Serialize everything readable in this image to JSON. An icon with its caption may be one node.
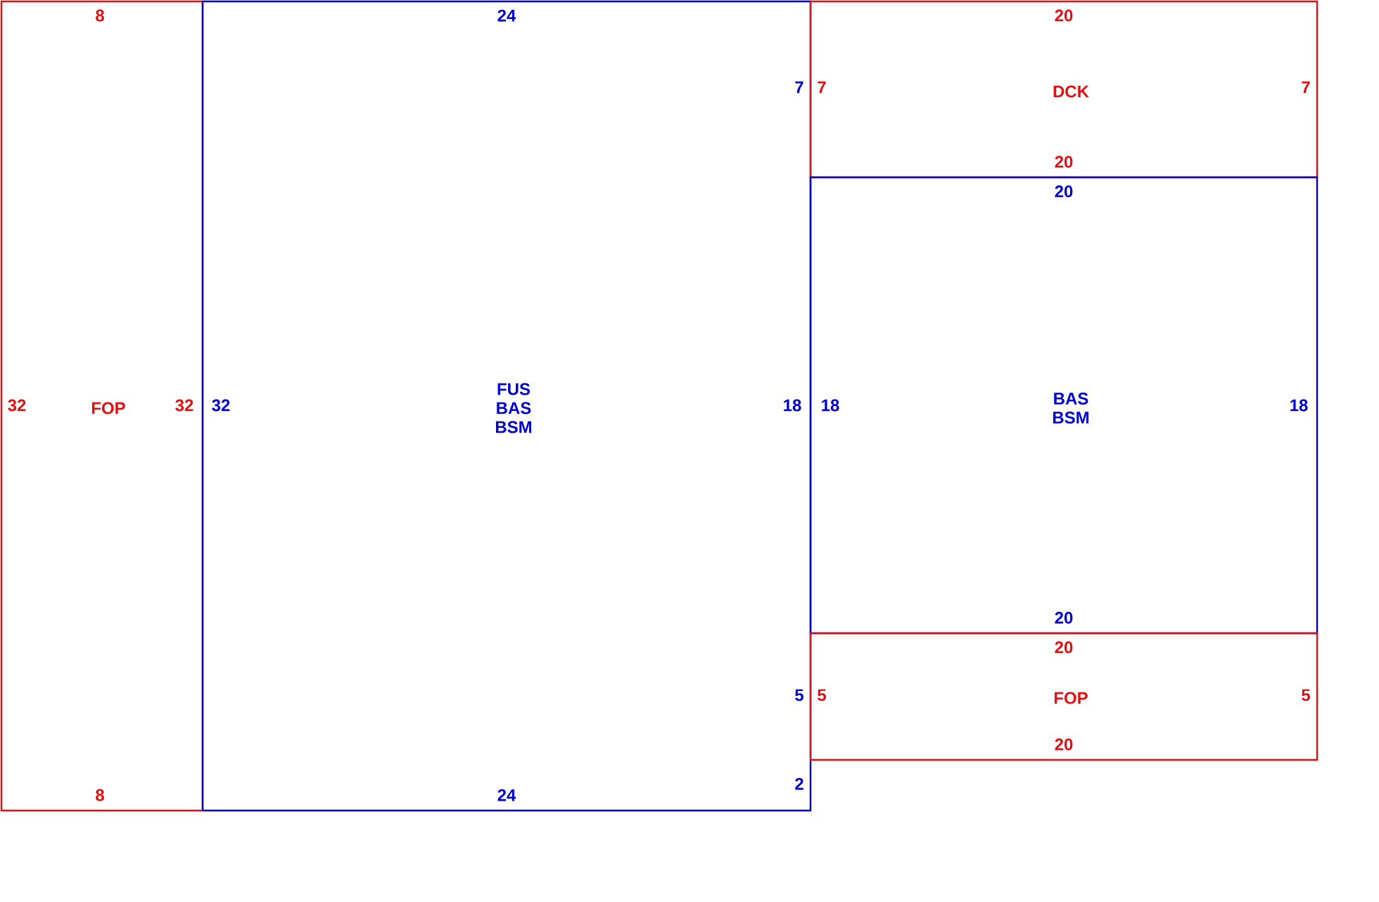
{
  "diagram": {
    "nodes": [
      {
        "text": [
          "FOP",
          "8",
          "32",
          "32",
          "8"
        ]
      },
      {
        "text": [
          "FUS BAS BSM",
          "24",
          "32",
          "7",
          "18",
          "5",
          "2",
          "24"
        ]
      },
      {
        "text": [
          "DCK",
          "20",
          "7",
          "7",
          "20"
        ]
      },
      {
        "text": [
          "BAS BSM",
          "20",
          "18",
          "18",
          "20"
        ]
      },
      {
        "text": [
          "FOP",
          "20",
          "5",
          "5",
          "20"
        ]
      }
    ]
  }
}
